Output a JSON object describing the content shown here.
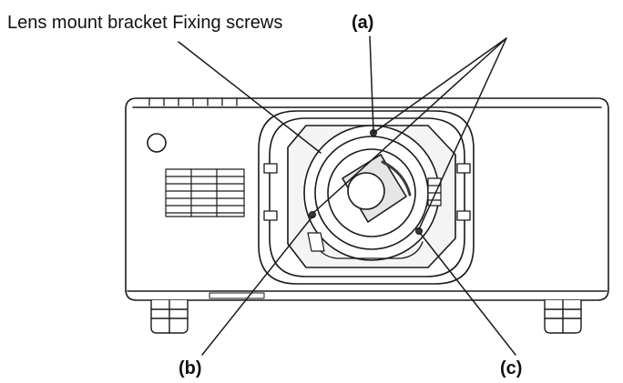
{
  "labels": {
    "main": "Lens mount bracket Fixing screws",
    "a": "(a)",
    "b": "(b)",
    "c": "(c)"
  },
  "colors": {
    "line": "#1a1a1a",
    "body_fill": "#ffffff",
    "shade": "#d8d8d8",
    "dark": "#3a3a3a"
  },
  "icons": {
    "projector": "projector-line-art",
    "lens": "lens-circle"
  }
}
